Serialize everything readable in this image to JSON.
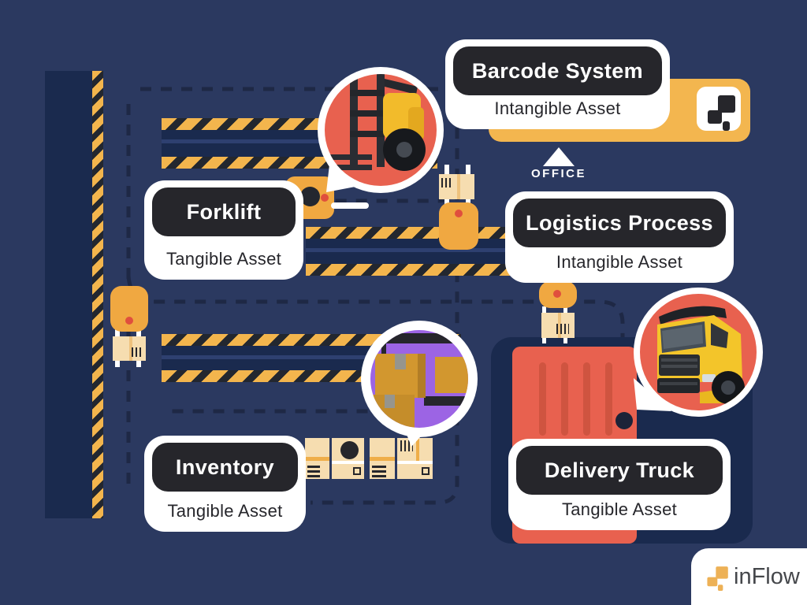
{
  "cards": {
    "barcode_system": {
      "title": "Barcode System",
      "subtitle": "Intangible Asset"
    },
    "forklift": {
      "title": "Forklift",
      "subtitle": "Tangible Asset"
    },
    "logistics_process": {
      "title": "Logistics Process",
      "subtitle": "Intangible Asset"
    },
    "inventory": {
      "title": "Inventory",
      "subtitle": "Tangible Asset"
    },
    "delivery_truck": {
      "title": "Delivery Truck",
      "subtitle": "Tangible Asset"
    }
  },
  "labels": {
    "office": "OFFICE"
  },
  "logo": {
    "text": "inFlow"
  },
  "icons": {
    "office_tile": "inflow-flow-mark",
    "logo_mark": "inflow-flow-mark"
  },
  "palette": {
    "background": "#2b3960",
    "panel_dark": "#1a2a4e",
    "pill": "#26262b",
    "hazard_yellow": "#f3b54d",
    "agv_orange": "#f0a841",
    "box_cream": "#f6ddb0",
    "container_red": "#e8614f",
    "photo_red": "#e8614f",
    "photo_purple": "#9c64e4",
    "dash": "#1e2845",
    "inflow_orange": "#edb156",
    "white": "#ffffff"
  }
}
